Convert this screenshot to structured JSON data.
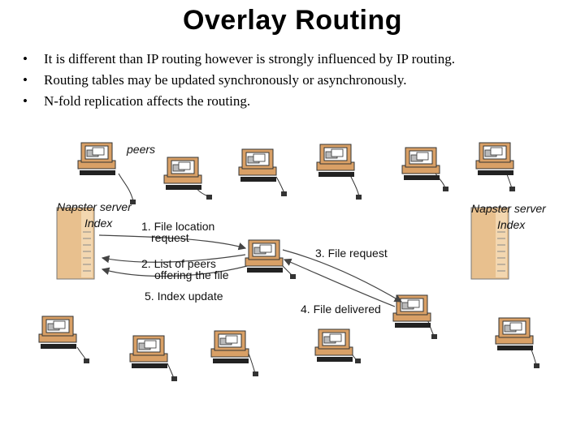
{
  "slide": {
    "title": "Overlay Routing",
    "bullet_symbol": "•",
    "bullets": [
      "It is different than IP routing however is strongly influenced by IP routing.",
      "Routing tables may be updated synchronously or asynchronously.",
      "N-fold replication affects the routing."
    ]
  },
  "diagram": {
    "label_peers": "peers",
    "server_left": {
      "title": "Napster server",
      "index": "Index"
    },
    "server_right": {
      "title": "Napster server",
      "index": "Index"
    },
    "steps": {
      "step1_line1": "1. File location",
      "step1_line2": "request",
      "step2_line1": "2. List of peers",
      "step2_line2": "offering the file",
      "step3": "3. File request",
      "step4": "4. File delivered",
      "step5": "5. Index update"
    },
    "colors": {
      "tower": "#e8c08e",
      "computer_base": "#d9a066",
      "screen": "#ffffff"
    }
  }
}
